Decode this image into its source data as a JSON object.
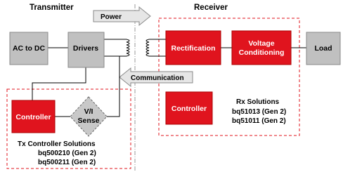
{
  "headers": {
    "transmitter": "Transmitter",
    "receiver": "Receiver"
  },
  "arrows": {
    "power": "Power",
    "communication": "Communication"
  },
  "blocks": {
    "ac_dc": "AC to DC",
    "drivers": "Drivers",
    "rectification": "Rectification",
    "voltage_conditioning_line1": "Voltage",
    "voltage_conditioning_line2": "Conditioning",
    "load": "Load",
    "tx_controller": "Controller",
    "vi_sense_line1": "V/I",
    "vi_sense_line2": "Sense",
    "rx_controller": "Controller"
  },
  "tx_solutions": {
    "title": "Tx Controller Solutions",
    "parts": [
      "bq500210 (Gen 2)",
      "bq500211 (Gen 2)"
    ]
  },
  "rx_solutions": {
    "title": "Rx Solutions",
    "parts": [
      "bq51013 (Gen 2)",
      "bq51011 (Gen 2)"
    ]
  },
  "colors": {
    "red": "#e0141e",
    "gray": "#c0c0c0",
    "dashed": "#e0141e",
    "arrow_fill": "#d4d4d4"
  }
}
